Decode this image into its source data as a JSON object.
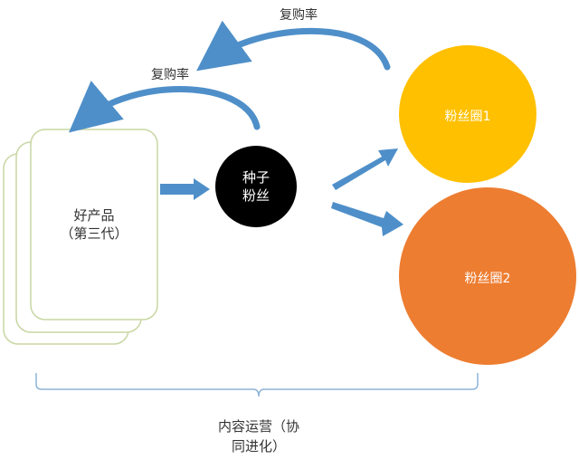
{
  "product": {
    "line1": "好产品",
    "line2": "（第三代）"
  },
  "seed": {
    "line1": "种子",
    "line2": "粉丝"
  },
  "circles": [
    {
      "label": "粉丝圈1",
      "color": "#FFC000"
    },
    {
      "label": "粉丝圈2",
      "color": "#ED7D31"
    }
  ],
  "repurchase_labels": [
    "复购率",
    "复购率"
  ],
  "bottom": {
    "line1": "内容运营（协",
    "line2": "同进化）"
  },
  "colors": {
    "arrow": "#4F8FC9",
    "card_border": "#C8D6A2",
    "seed_fill": "#000000",
    "brace": "#8EB3D8"
  }
}
